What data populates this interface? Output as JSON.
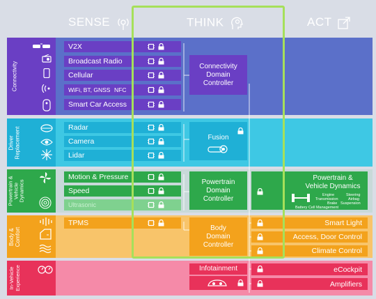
{
  "headers": {
    "sense": "SENSE",
    "think": "THINK",
    "act": "ACT"
  },
  "colors": {
    "connectivity": "#6a3fc4",
    "connectivity_bg": "#5b70c9",
    "driver": "#1fb0d6",
    "driver_bg": "#3ec8e4",
    "powertrain": "#2ea84b",
    "powertrain_bg": "#c8d9d9",
    "body": "#f3a21c",
    "body_bg": "#f8c46a",
    "invehicle": "#e8325a",
    "invehicle_bg": "#f58aa8",
    "think_border": "#a6e05a"
  },
  "sides": {
    "connectivity": "Connectivity",
    "driver": "Driver\nReplacement",
    "powertrain": "Powertrain &\nVehicle\nDynamics",
    "body": "Body &\nComfort",
    "invehicle": "In-Vehicle\nExperience"
  },
  "sensors": {
    "v2x": "V2X",
    "broadcast_radio": "Broadcast Radio",
    "cellular": "Cellular",
    "wifi": "WiFi, BT, GNSS,",
    "nfc": "NFC",
    "smart_car_access": "Smart Car Access",
    "radar": "Radar",
    "camera": "Camera",
    "lidar": "Lidar",
    "motion_pressure": "Motion & Pressure",
    "speed": "Speed",
    "ultrasonic": "Ultrasonic",
    "tpms": "TPMS"
  },
  "controllers": {
    "connectivity": "Connectivity\nDomain\nController",
    "fusion": "Fusion",
    "powertrain": "Powertrain\nDomain\nController",
    "body": "Body\nDomain\nController",
    "infotainment": "Infotainment"
  },
  "actuators": {
    "powertrain_title": "Powertrain &\nVehicle Dynamics",
    "engine": "Engine",
    "steering": "Steering",
    "transmission": "Transmission",
    "airbag": "Airbag",
    "brake": "Brake",
    "suspension": "Suspension",
    "battery": "Battery Cell Management",
    "smart_light": "Smart Light",
    "access_door": "Access, Door Control",
    "climate": "Climate Control",
    "ecockpit": "eCockpit",
    "amplifiers": "Amplifiers"
  }
}
